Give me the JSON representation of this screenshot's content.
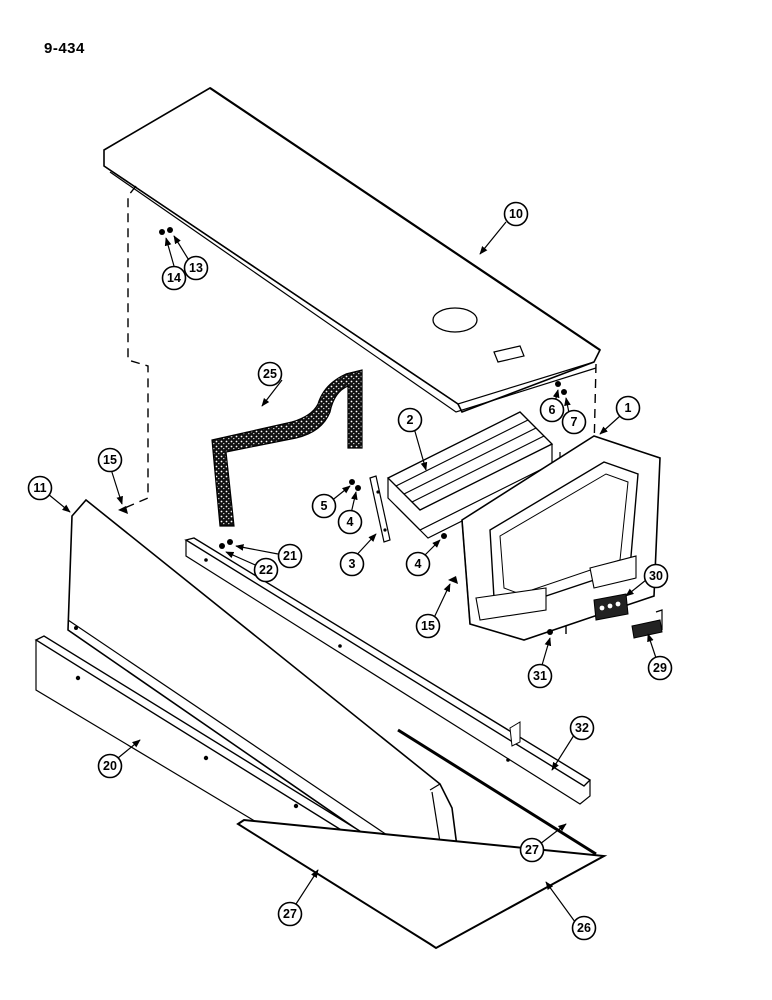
{
  "page_ref": "9-434",
  "callouts": [
    "1",
    "2",
    "3",
    "4",
    "4",
    "5",
    "6",
    "7",
    "10",
    "11",
    "13",
    "14",
    "15",
    "15",
    "20",
    "21",
    "22",
    "25",
    "26",
    "27",
    "27",
    "29",
    "30",
    "31",
    "32"
  ]
}
